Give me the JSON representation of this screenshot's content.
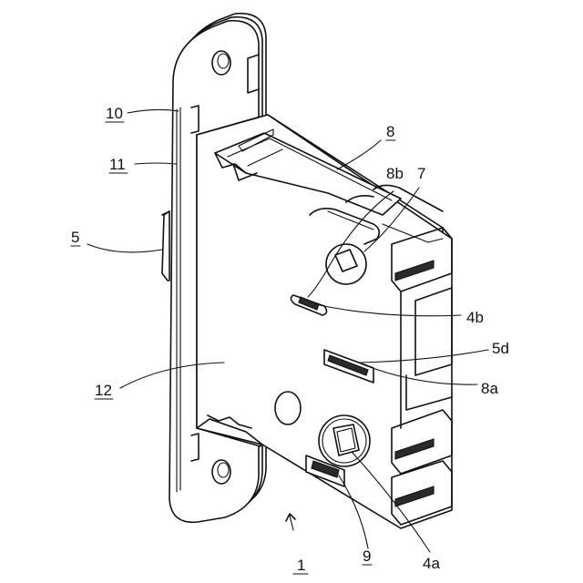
{
  "labels": {
    "l10": "10",
    "l11": "11",
    "l5": "5",
    "l12": "12",
    "l8": "8",
    "l8b": "8b",
    "l7": "7",
    "l4b": "4b",
    "l5d": "5d",
    "l8a": "8a",
    "l9": "9",
    "l4a": "4a",
    "l1": "1"
  }
}
